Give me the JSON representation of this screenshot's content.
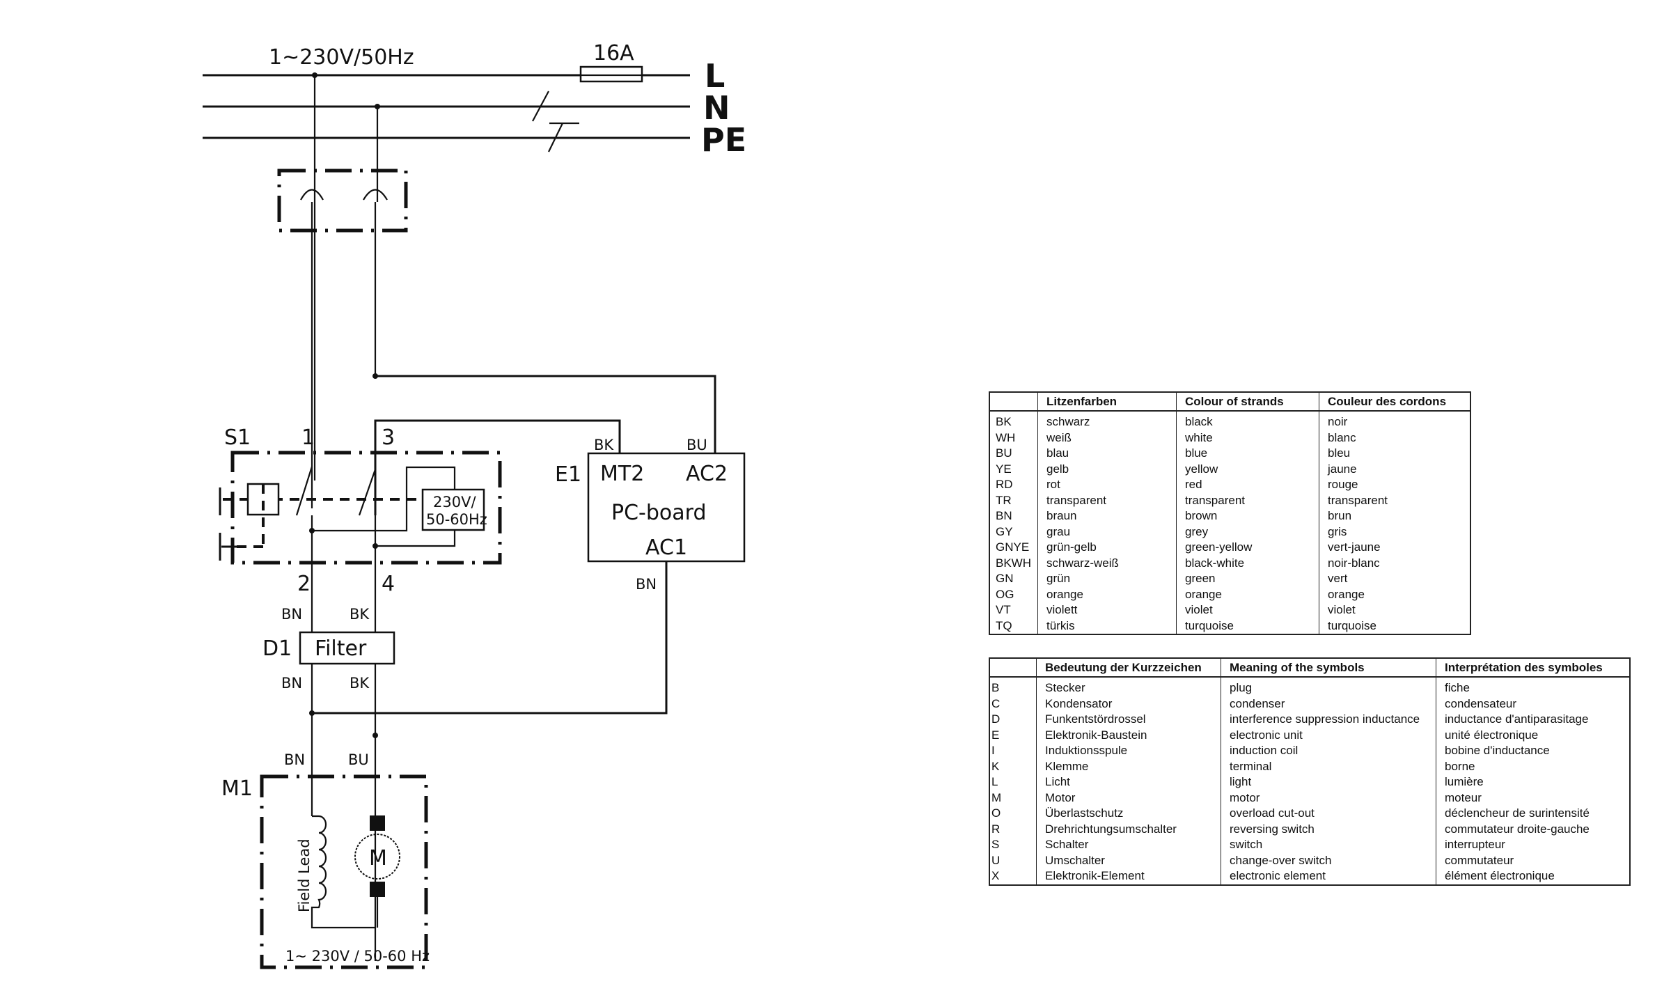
{
  "schematic": {
    "supply_label": "1~230V/50Hz",
    "fuse_label": "16A",
    "bus": [
      {
        "id": "L",
        "label": "L"
      },
      {
        "id": "N",
        "label": "N"
      },
      {
        "id": "PE",
        "label": "PE"
      }
    ],
    "switch": {
      "ref": "S1",
      "terminals": {
        "t1": "1",
        "t2": "2",
        "t3": "3",
        "t4": "4"
      },
      "lamp_label_line1": "230V/",
      "lamp_label_line2": "50-60Hz"
    },
    "pcb": {
      "ref": "E1",
      "title": "PC-board",
      "pin_mt2": "MT2",
      "pin_ac2": "AC2",
      "pin_ac1": "AC1",
      "wire_mt2": "BK",
      "wire_ac2": "BU",
      "wire_ac1": "BN"
    },
    "filter": {
      "ref": "D1",
      "title": "Filter",
      "in_left": "BN",
      "in_right": "BK",
      "out_left": "BN",
      "out_right": "BK"
    },
    "motor": {
      "ref": "M1",
      "wire_left": "BN",
      "wire_right": "BU",
      "coil_label": "Field Lead",
      "symbol": "M",
      "rating": "1~ 230V / 50-60 Hz"
    }
  },
  "colour_table": {
    "headers": [
      "",
      "Litzenfarben",
      "Colour of strands",
      "Couleur des cordons"
    ],
    "rows": [
      [
        "BK",
        "schwarz",
        "black",
        "noir"
      ],
      [
        "WH",
        "weiß",
        "white",
        "blanc"
      ],
      [
        "BU",
        "blau",
        "blue",
        "bleu"
      ],
      [
        "YE",
        "gelb",
        "yellow",
        "jaune"
      ],
      [
        "RD",
        "rot",
        "red",
        "rouge"
      ],
      [
        "TR",
        "transparent",
        "transparent",
        "transparent"
      ],
      [
        "BN",
        "braun",
        "brown",
        "brun"
      ],
      [
        "GY",
        "grau",
        "grey",
        "gris"
      ],
      [
        "GNYE",
        "grün-gelb",
        "green-yellow",
        "vert-jaune"
      ],
      [
        "BKWH",
        "schwarz-weiß",
        "black-white",
        "noir-blanc"
      ],
      [
        "GN",
        "grün",
        "green",
        "vert"
      ],
      [
        "OG",
        "orange",
        "orange",
        "orange"
      ],
      [
        "VT",
        "violett",
        "violet",
        "violet"
      ],
      [
        "TQ",
        "türkis",
        "turquoise",
        "turquoise"
      ]
    ]
  },
  "symbol_table": {
    "headers": [
      "",
      "Bedeutung der Kurzzeichen",
      "Meaning of the symbols",
      "Interprétation des symboles"
    ],
    "rows": [
      [
        "B",
        "Stecker",
        "plug",
        "fiche"
      ],
      [
        "C",
        "Kondensator",
        "condenser",
        "condensateur"
      ],
      [
        "D",
        "Funkentstördrossel",
        "interference suppression inductance",
        "inductance d'antiparasitage"
      ],
      [
        "E",
        "Elektronik-Baustein",
        "electronic unit",
        "unité électronique"
      ],
      [
        "I",
        "Induktionsspule",
        "induction coil",
        "bobine d'inductance"
      ],
      [
        "K",
        "Klemme",
        "terminal",
        "borne"
      ],
      [
        "L",
        "Licht",
        "light",
        "lumière"
      ],
      [
        "M",
        "Motor",
        "motor",
        "moteur"
      ],
      [
        "O",
        "Überlastschutz",
        "overload cut-out",
        "déclencheur de surintensité"
      ],
      [
        "R",
        "Drehrichtungsumschalter",
        "reversing switch",
        "commutateur droite-gauche"
      ],
      [
        "S",
        "Schalter",
        "switch",
        "interrupteur"
      ],
      [
        "U",
        "Umschalter",
        "change-over switch",
        "commutateur"
      ],
      [
        "X",
        "Elektronik-Element",
        "electronic element",
        "élément électronique"
      ]
    ]
  }
}
